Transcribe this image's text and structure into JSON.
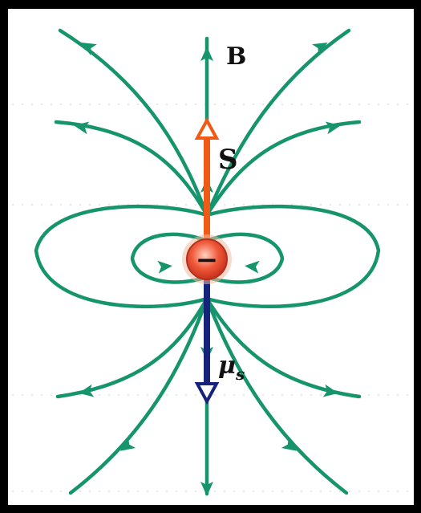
{
  "labels": {
    "field": "B",
    "spin": "S",
    "moment": "μ",
    "moment_sub": "s",
    "charge": "−"
  },
  "colors": {
    "field_line": "#16946b",
    "spin_arrow": "#f05a14",
    "moment_arrow": "#16237a",
    "electron": "#e8452a",
    "frame": "#000000"
  }
}
